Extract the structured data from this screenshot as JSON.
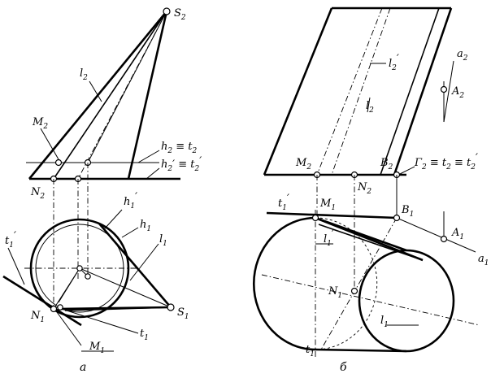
{
  "labels": {
    "S2": "S",
    "S2_sub": "2",
    "l2_left": "l",
    "l2_left_sub": "2",
    "M2_left": "M",
    "M2_left_sub": "2",
    "h2t2": "h",
    "h2t2_sub1": "2",
    "h2t2_eq": " ≡ t",
    "h2t2_sub2": "2",
    "h2pt2p": "h",
    "h2pt2p_sub1": "2",
    "h2pt2p_eq": "′ ≡  t",
    "h2pt2p_sub2": "2",
    "h2pt2p_prime": "′",
    "N2_left": "N",
    "N2_left_sub": "2",
    "h1p": "h",
    "h1p_sub": "1",
    "h1p_prime": "′",
    "h1": "h",
    "h1_sub": "1",
    "t1p_left": "t",
    "t1p_left_sub": "1",
    "t1p_left_prime": "′",
    "l1_left": "l",
    "l1_left_sub": "1",
    "N1_left": "N",
    "N1_left_sub": "1",
    "S1": "S",
    "S1_sub": "1",
    "t1_left": "t",
    "t1_left_sub": "1",
    "M1_left": "M",
    "M1_left_sub": "1",
    "cap_a": "а",
    "l2p_right": "l",
    "l2p_right_sub": "2",
    "l2p_right_prime": "′",
    "l2_right": "l",
    "l2_right_sub": "2",
    "a2": "a",
    "a2_sub": "2",
    "A2": "A",
    "A2_sub": "2",
    "M2_right": "M",
    "M2_right_sub": "2",
    "B2": "B",
    "B2_sub": "2",
    "gamma": "Γ",
    "gamma_sub": "2",
    "gamma_eq": " ≡ t",
    "gamma_sub2": "2",
    "gamma_eq2": " ≡ t",
    "gamma_sub3": "2",
    "gamma_prime": "′",
    "N2_right": "N",
    "N2_right_sub": "2",
    "t1p_right": "t",
    "t1p_right_sub": "1",
    "t1p_right_prime": "′",
    "M1_right": "M",
    "M1_right_sub": "1",
    "B1": "B",
    "B1_sub": "1",
    "A1": "A",
    "A1_sub": "1",
    "l1p_right": "l",
    "l1p_right_sub": "1",
    "l1p_right_prime": "′",
    "a1": "a",
    "a1_sub": "1",
    "N1_right": "N",
    "N1_right_sub": "1",
    "l1_right": "l",
    "l1_right_sub": "1",
    "t1_right": "t",
    "t1_right_sub": "1",
    "cap_b": "б"
  }
}
